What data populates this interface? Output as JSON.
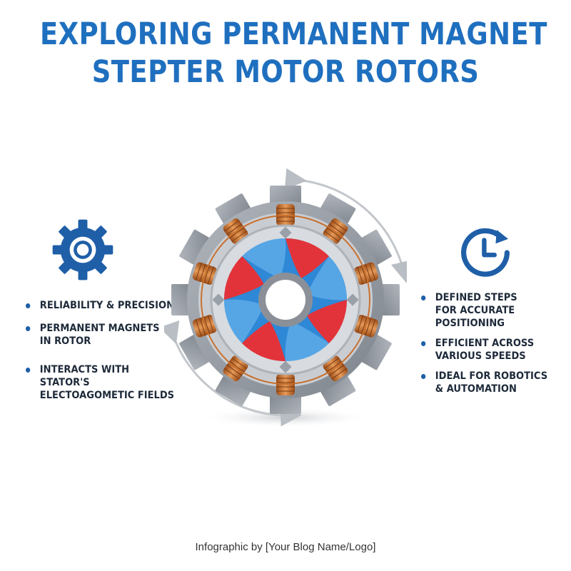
{
  "title": {
    "line1": "EXPLORING PERMANENT MAGNET",
    "line2": "STEPTER MOTOR ROTORS"
  },
  "left_panel": {
    "icon": "gear-icon",
    "items": [
      {
        "line1": "RELIABILITY & PRECISION",
        "line2": ""
      },
      {
        "line1": "PERMANENT MAGNETS",
        "line2": "IN ROTOR"
      },
      {
        "line1": "INTERACTS WITH STATOR'S",
        "line2": "ELECTOAGOMETIC FIELDS"
      }
    ]
  },
  "right_panel": {
    "icon": "clock-icon",
    "items": [
      {
        "line1": "DEFINED STEPS",
        "line2": "FOR ACCURATE",
        "line3": "POSITIONING"
      },
      {
        "line1": "EFFICIENT ACROSS",
        "line2": "VARIOUS SPEEDS",
        "line3": ""
      },
      {
        "line1": "IDEAL FOR ROBOTICS",
        "line2": "& AUTOMATION",
        "line3": ""
      }
    ]
  },
  "footer": "Infographic by [Your Blog Name/Logo]",
  "colors": {
    "title": "#1f6fbf",
    "icon_blue": "#1f5fa8",
    "magnet_red": "#e2333a",
    "magnet_blue": "#2f88d6",
    "coil_copper": "#c8702e",
    "stator_gray": "#9aa0a8"
  }
}
